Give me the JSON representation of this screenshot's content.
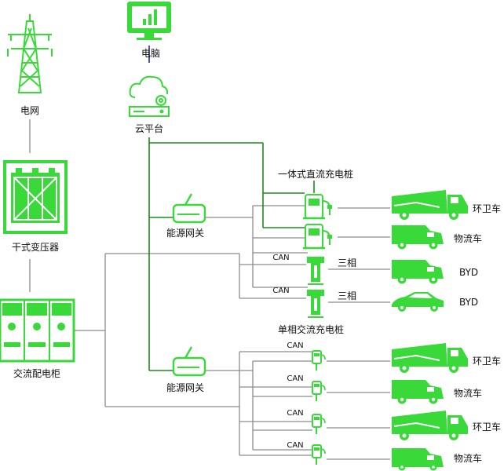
{
  "labels": {
    "grid": "电网",
    "transformer": "干式变压器",
    "cabinet": "交流配电柜",
    "computer": "电脑",
    "cloud": "云平台",
    "gateway1": "能源网关",
    "gateway2": "能源网关",
    "dc_group": "一体式直流充电桩",
    "ac_group": "单相交流充电桩",
    "three_phase_1": "三相",
    "three_phase_2": "三相",
    "can": "CAN"
  },
  "vehicles": [
    "环卫车",
    "物流车",
    "BYD",
    "BYD",
    "环卫车",
    "物流车",
    "环卫车",
    "物流车"
  ],
  "colors": {
    "accent_green": "#3ad93a",
    "dark_green_line": "#1e8a1e",
    "gray_line": "#8c8c8c",
    "blue_link": "#2a2aa8"
  }
}
